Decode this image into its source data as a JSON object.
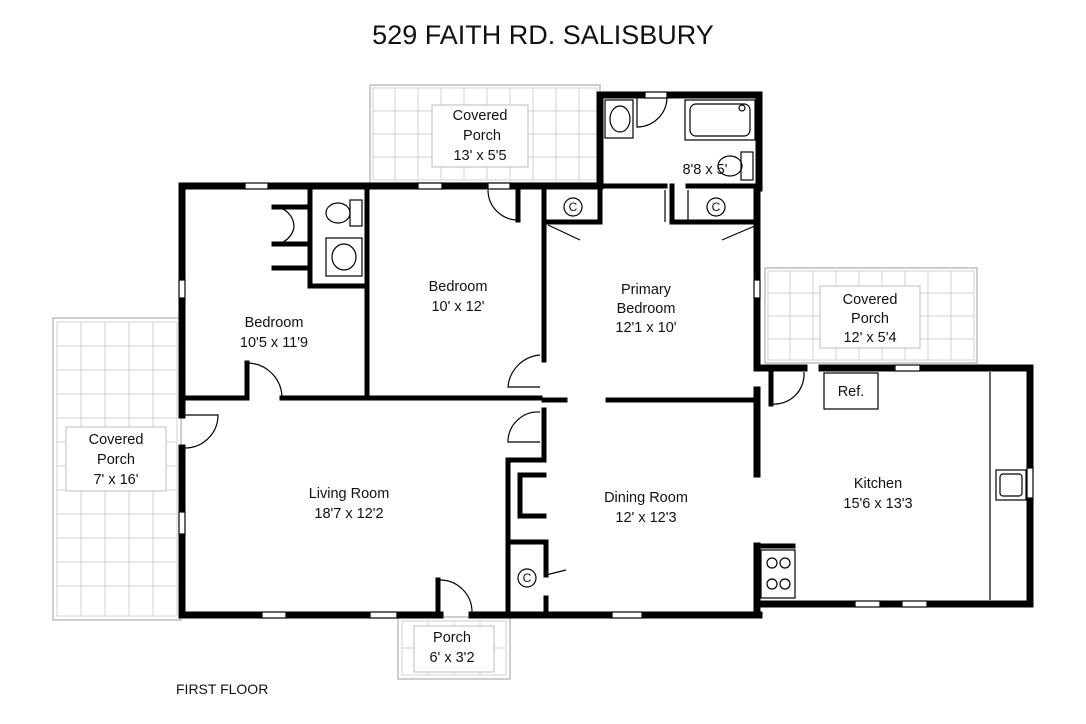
{
  "title": "529 FAITH RD. SALISBURY",
  "floor_label": "FIRST FLOOR",
  "rooms": [
    {
      "id": "porch-top",
      "name": "Covered Porch",
      "dims": "13' x 5'5"
    },
    {
      "id": "bath-top",
      "name": "",
      "dims": "8'8 x 5'"
    },
    {
      "id": "bedroom-left",
      "name": "Bedroom",
      "dims": "10'5 x 11'9"
    },
    {
      "id": "bedroom-mid",
      "name": "Bedroom",
      "dims": "10' x 12'"
    },
    {
      "id": "primary-bedroom",
      "name": "Primary Bedroom",
      "dims": "12'1 x 10'"
    },
    {
      "id": "porch-right",
      "name": "Covered Porch",
      "dims": "12' x 5'4"
    },
    {
      "id": "porch-left",
      "name": "Covered Porch",
      "dims": "7' x 16'"
    },
    {
      "id": "living-room",
      "name": "Living Room",
      "dims": "18'7 x 12'2"
    },
    {
      "id": "dining-room",
      "name": "Dining Room",
      "dims": "12' x 12'3"
    },
    {
      "id": "kitchen",
      "name": "Kitchen",
      "dims": "15'6 x 13'3"
    },
    {
      "id": "porch-bottom",
      "name": "Porch",
      "dims": "6' x 3'2"
    }
  ],
  "fixtures": {
    "refrigerator": "Ref.",
    "closet_mark": "C"
  }
}
